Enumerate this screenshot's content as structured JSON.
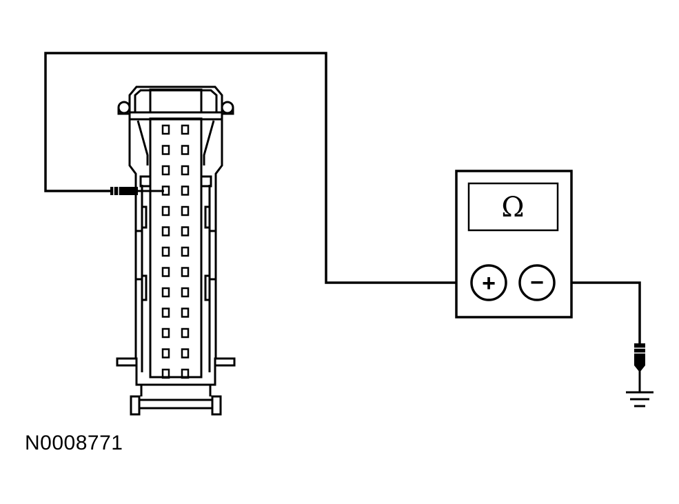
{
  "figure_id": "N0008771",
  "meter": {
    "display_symbol": "Ω",
    "positive_symbol": "+",
    "negative_symbol": "−"
  },
  "connector": {
    "pin_rows": 13,
    "pin_columns": 2
  },
  "icons": [
    "connector-icon",
    "test-probe-icon",
    "ohmmeter-icon",
    "ground-symbol-icon"
  ]
}
